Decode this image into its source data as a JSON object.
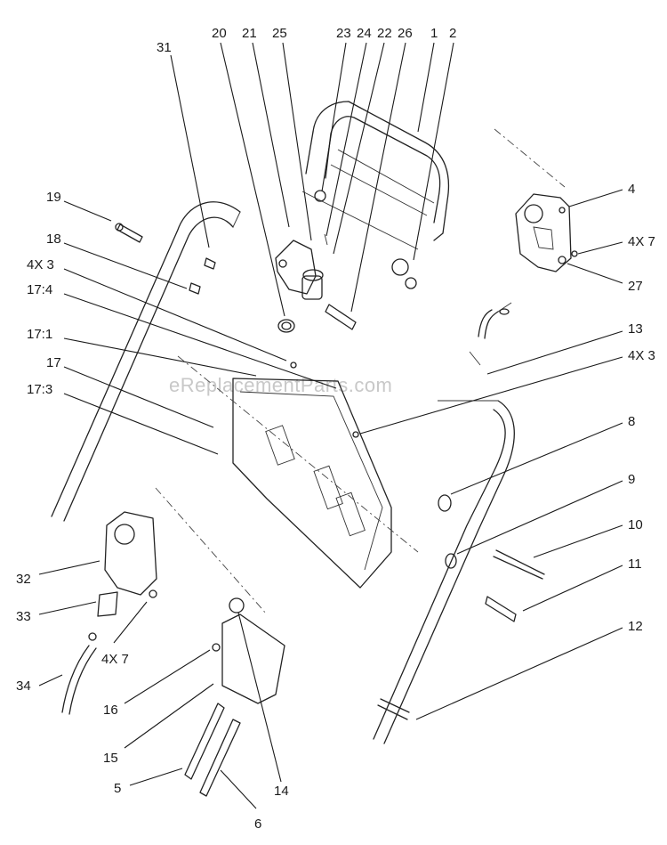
{
  "watermark": "eReplacementParts.com",
  "callouts": [
    {
      "id": "c31",
      "text": "31"
    },
    {
      "id": "c20",
      "text": "20"
    },
    {
      "id": "c21",
      "text": "21"
    },
    {
      "id": "c25",
      "text": "25"
    },
    {
      "id": "c23",
      "text": "23"
    },
    {
      "id": "c24",
      "text": "24"
    },
    {
      "id": "c22",
      "text": "22"
    },
    {
      "id": "c26",
      "text": "26"
    },
    {
      "id": "c1",
      "text": "1"
    },
    {
      "id": "c2",
      "text": "2"
    },
    {
      "id": "c19",
      "text": "19"
    },
    {
      "id": "c18",
      "text": "18"
    },
    {
      "id": "c4x3a",
      "text": "4X 3"
    },
    {
      "id": "c17_4",
      "text": "17:4"
    },
    {
      "id": "c17_1",
      "text": "17:1"
    },
    {
      "id": "c17",
      "text": "17"
    },
    {
      "id": "c17_3",
      "text": "17:3"
    },
    {
      "id": "c4",
      "text": "4"
    },
    {
      "id": "c4x7a",
      "text": "4X 7"
    },
    {
      "id": "c27",
      "text": "27"
    },
    {
      "id": "c13",
      "text": "13"
    },
    {
      "id": "c4x3b",
      "text": "4X 3"
    },
    {
      "id": "c8",
      "text": "8"
    },
    {
      "id": "c9",
      "text": "9"
    },
    {
      "id": "c10",
      "text": "10"
    },
    {
      "id": "c11",
      "text": "11"
    },
    {
      "id": "c12",
      "text": "12"
    },
    {
      "id": "c32",
      "text": "32"
    },
    {
      "id": "c33",
      "text": "33"
    },
    {
      "id": "c4x7b",
      "text": "4X 7"
    },
    {
      "id": "c34",
      "text": "34"
    },
    {
      "id": "c16",
      "text": "16"
    },
    {
      "id": "c15",
      "text": "15"
    },
    {
      "id": "c14",
      "text": "14"
    },
    {
      "id": "c5",
      "text": "5"
    },
    {
      "id": "c6",
      "text": "6"
    }
  ]
}
